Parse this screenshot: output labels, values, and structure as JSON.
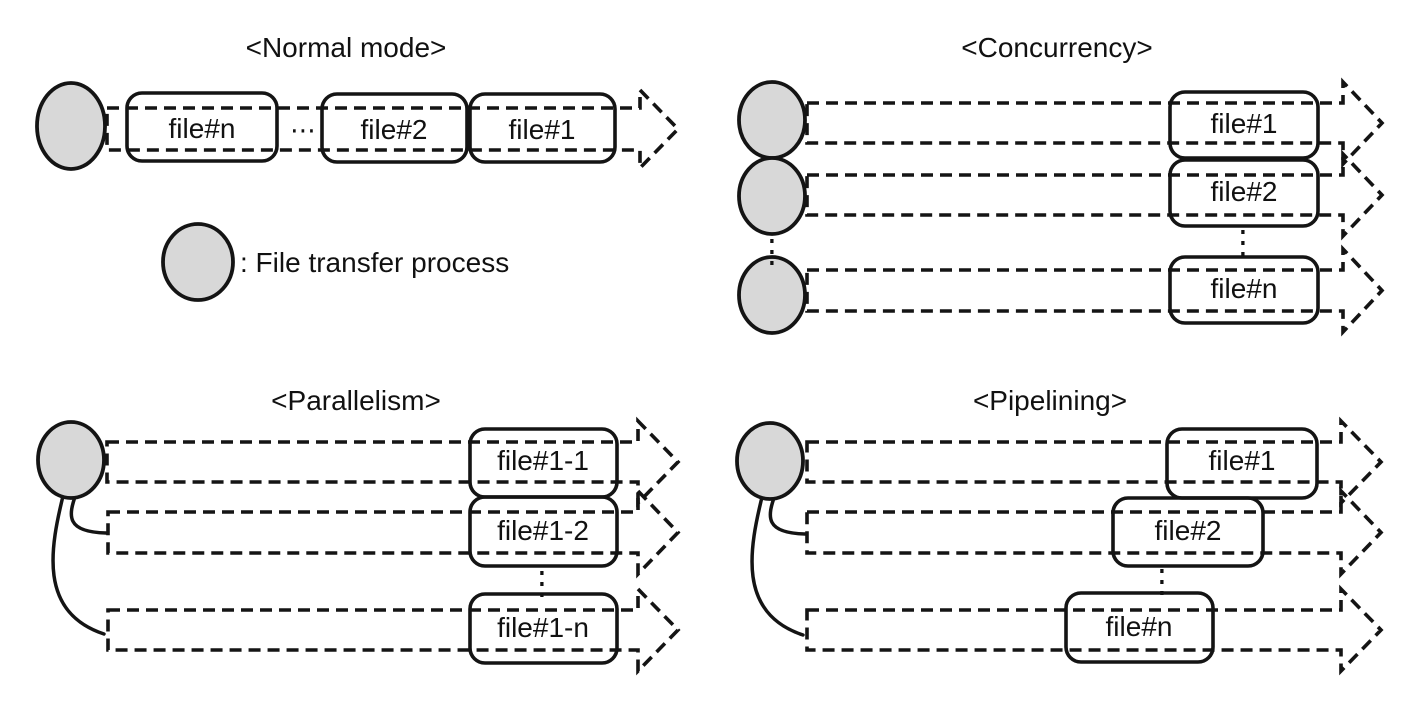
{
  "colors": {
    "background": "#ffffff",
    "line": "#141414",
    "process_circle_fill": "#d8d8d8",
    "text": "#111111"
  },
  "legend": {
    "symbol": "file-transfer-process-circle",
    "label": ": File transfer process"
  },
  "panels": {
    "normal": {
      "title": "<Normal mode>",
      "boxes": [
        "file#n",
        "file#2",
        "file#1"
      ],
      "ellipsis_horizontal": "⋯"
    },
    "concurrency": {
      "title": "<Concurrency>",
      "boxes": [
        "file#1",
        "file#2",
        "file#n"
      ],
      "ellipsis_vertical": "⋮"
    },
    "parallelism": {
      "title": "<Parallelism>",
      "boxes": [
        "file#1-1",
        "file#1-2",
        "file#1-n"
      ],
      "ellipsis_vertical": "⋮"
    },
    "pipelining": {
      "title": "<Pipelining>",
      "boxes": [
        "file#1",
        "file#2",
        "file#n"
      ],
      "ellipsis_vertical": "⋮"
    }
  }
}
